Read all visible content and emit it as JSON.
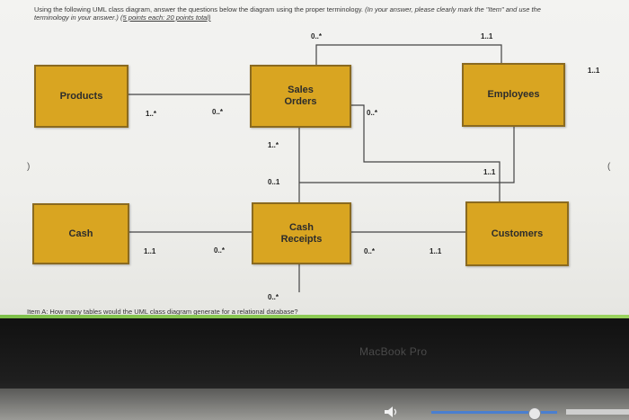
{
  "header": {
    "line1_a": "Using the following UML class diagram, answer the questions below the diagram using the proper terminology.",
    "line1_b": "(In your answer, please clearly mark the \"Item\" and use the",
    "line2_a": "terminology in your answer.)",
    "line2_b": "(5 points each: 20 points total)"
  },
  "classes": {
    "products": "Products",
    "sales_orders": "Sales\nOrders",
    "employees": "Employees",
    "cash": "Cash",
    "cash_receipts": "Cash\nReceipts",
    "customers": "Customers"
  },
  "multiplicities": {
    "sales_top": "0..*",
    "employees_top": "1..1",
    "top_right": "1..1",
    "products_side": "1..*",
    "sales_left": "0..*",
    "sales_right": "0..*",
    "sales_bottom": "1..*",
    "receipts_top": "0..1",
    "employees_bottom": "1..1",
    "cash_side": "1..1",
    "receipts_left": "0..*",
    "receipts_right": "0..*",
    "customers_left": "1..1",
    "receipts_bottom": "0..*"
  },
  "question": {
    "item_a": "Item A: How many tables would the UML class diagram generate for a relational database?"
  },
  "side_glyphs": {
    "left": ")",
    "right": "("
  },
  "device": {
    "brand": "MacBook Pro"
  }
}
